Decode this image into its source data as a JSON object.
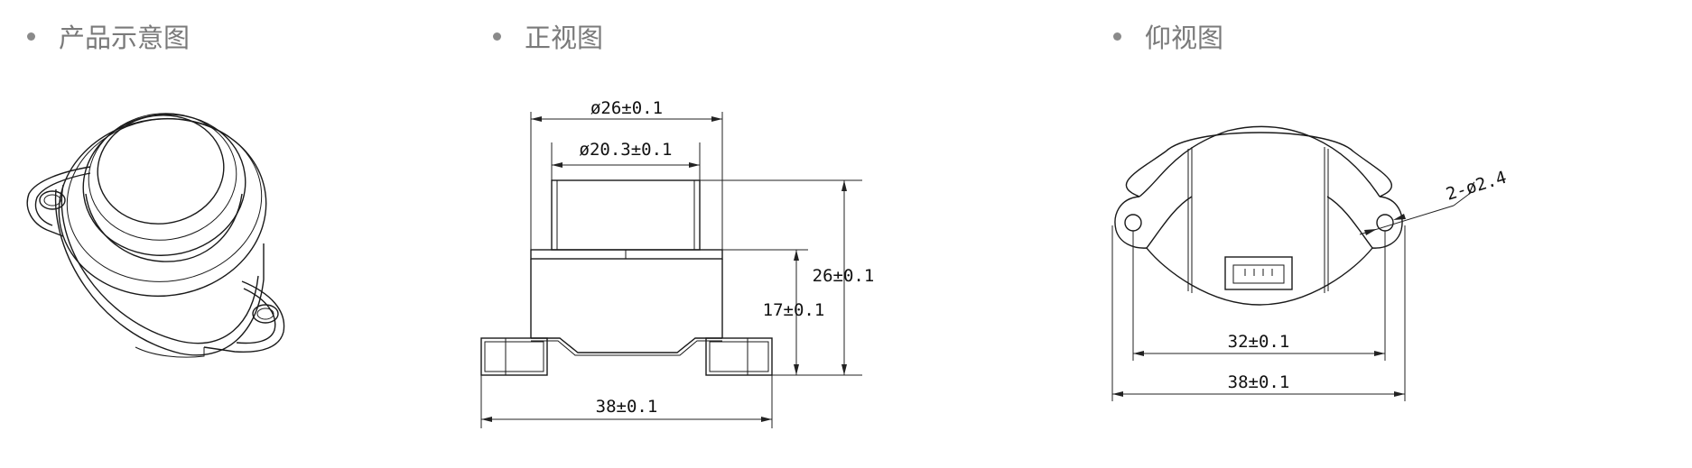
{
  "headings": {
    "product": "产品示意图",
    "front": "正视图",
    "bottom": "仰视图"
  },
  "front_view": {
    "outer_diameter": "ø26±0.1",
    "inner_diameter": "ø20.3±0.1",
    "total_height": "26±0.1",
    "body_height": "17±0.1",
    "base_width": "38±0.1"
  },
  "bottom_view": {
    "hole_spacing": "32±0.1",
    "overall_width": "38±0.1",
    "hole_note": "2-ø2.4"
  }
}
